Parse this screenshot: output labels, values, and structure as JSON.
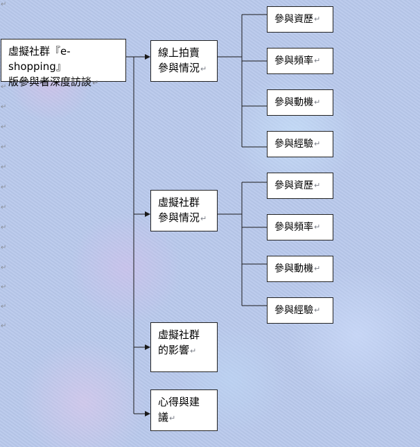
{
  "root": {
    "line1": "虛擬社群『e-shopping』",
    "line2": "版參與者深度訪談"
  },
  "branches": [
    {
      "id": "auction",
      "line1": "線上拍賣",
      "line2": "參與情況",
      "children": [
        "參與資歷",
        "參與頻率",
        "參與動機",
        "參與經驗"
      ]
    },
    {
      "id": "community",
      "line1": "虛擬社群",
      "line2": "參與情況",
      "children": [
        "參與資歷",
        "參與頻率",
        "參與動機",
        "參與經驗"
      ]
    },
    {
      "id": "impact",
      "line1": "虛擬社群",
      "line2": "的影響",
      "children": []
    },
    {
      "id": "advice",
      "line1": "心得與建",
      "line2": "議",
      "children": []
    }
  ],
  "paragraph_mark": "↵",
  "colors": {
    "line": "#1a1a1a",
    "box_border": "#222222",
    "box_fill": "#ffffff"
  }
}
